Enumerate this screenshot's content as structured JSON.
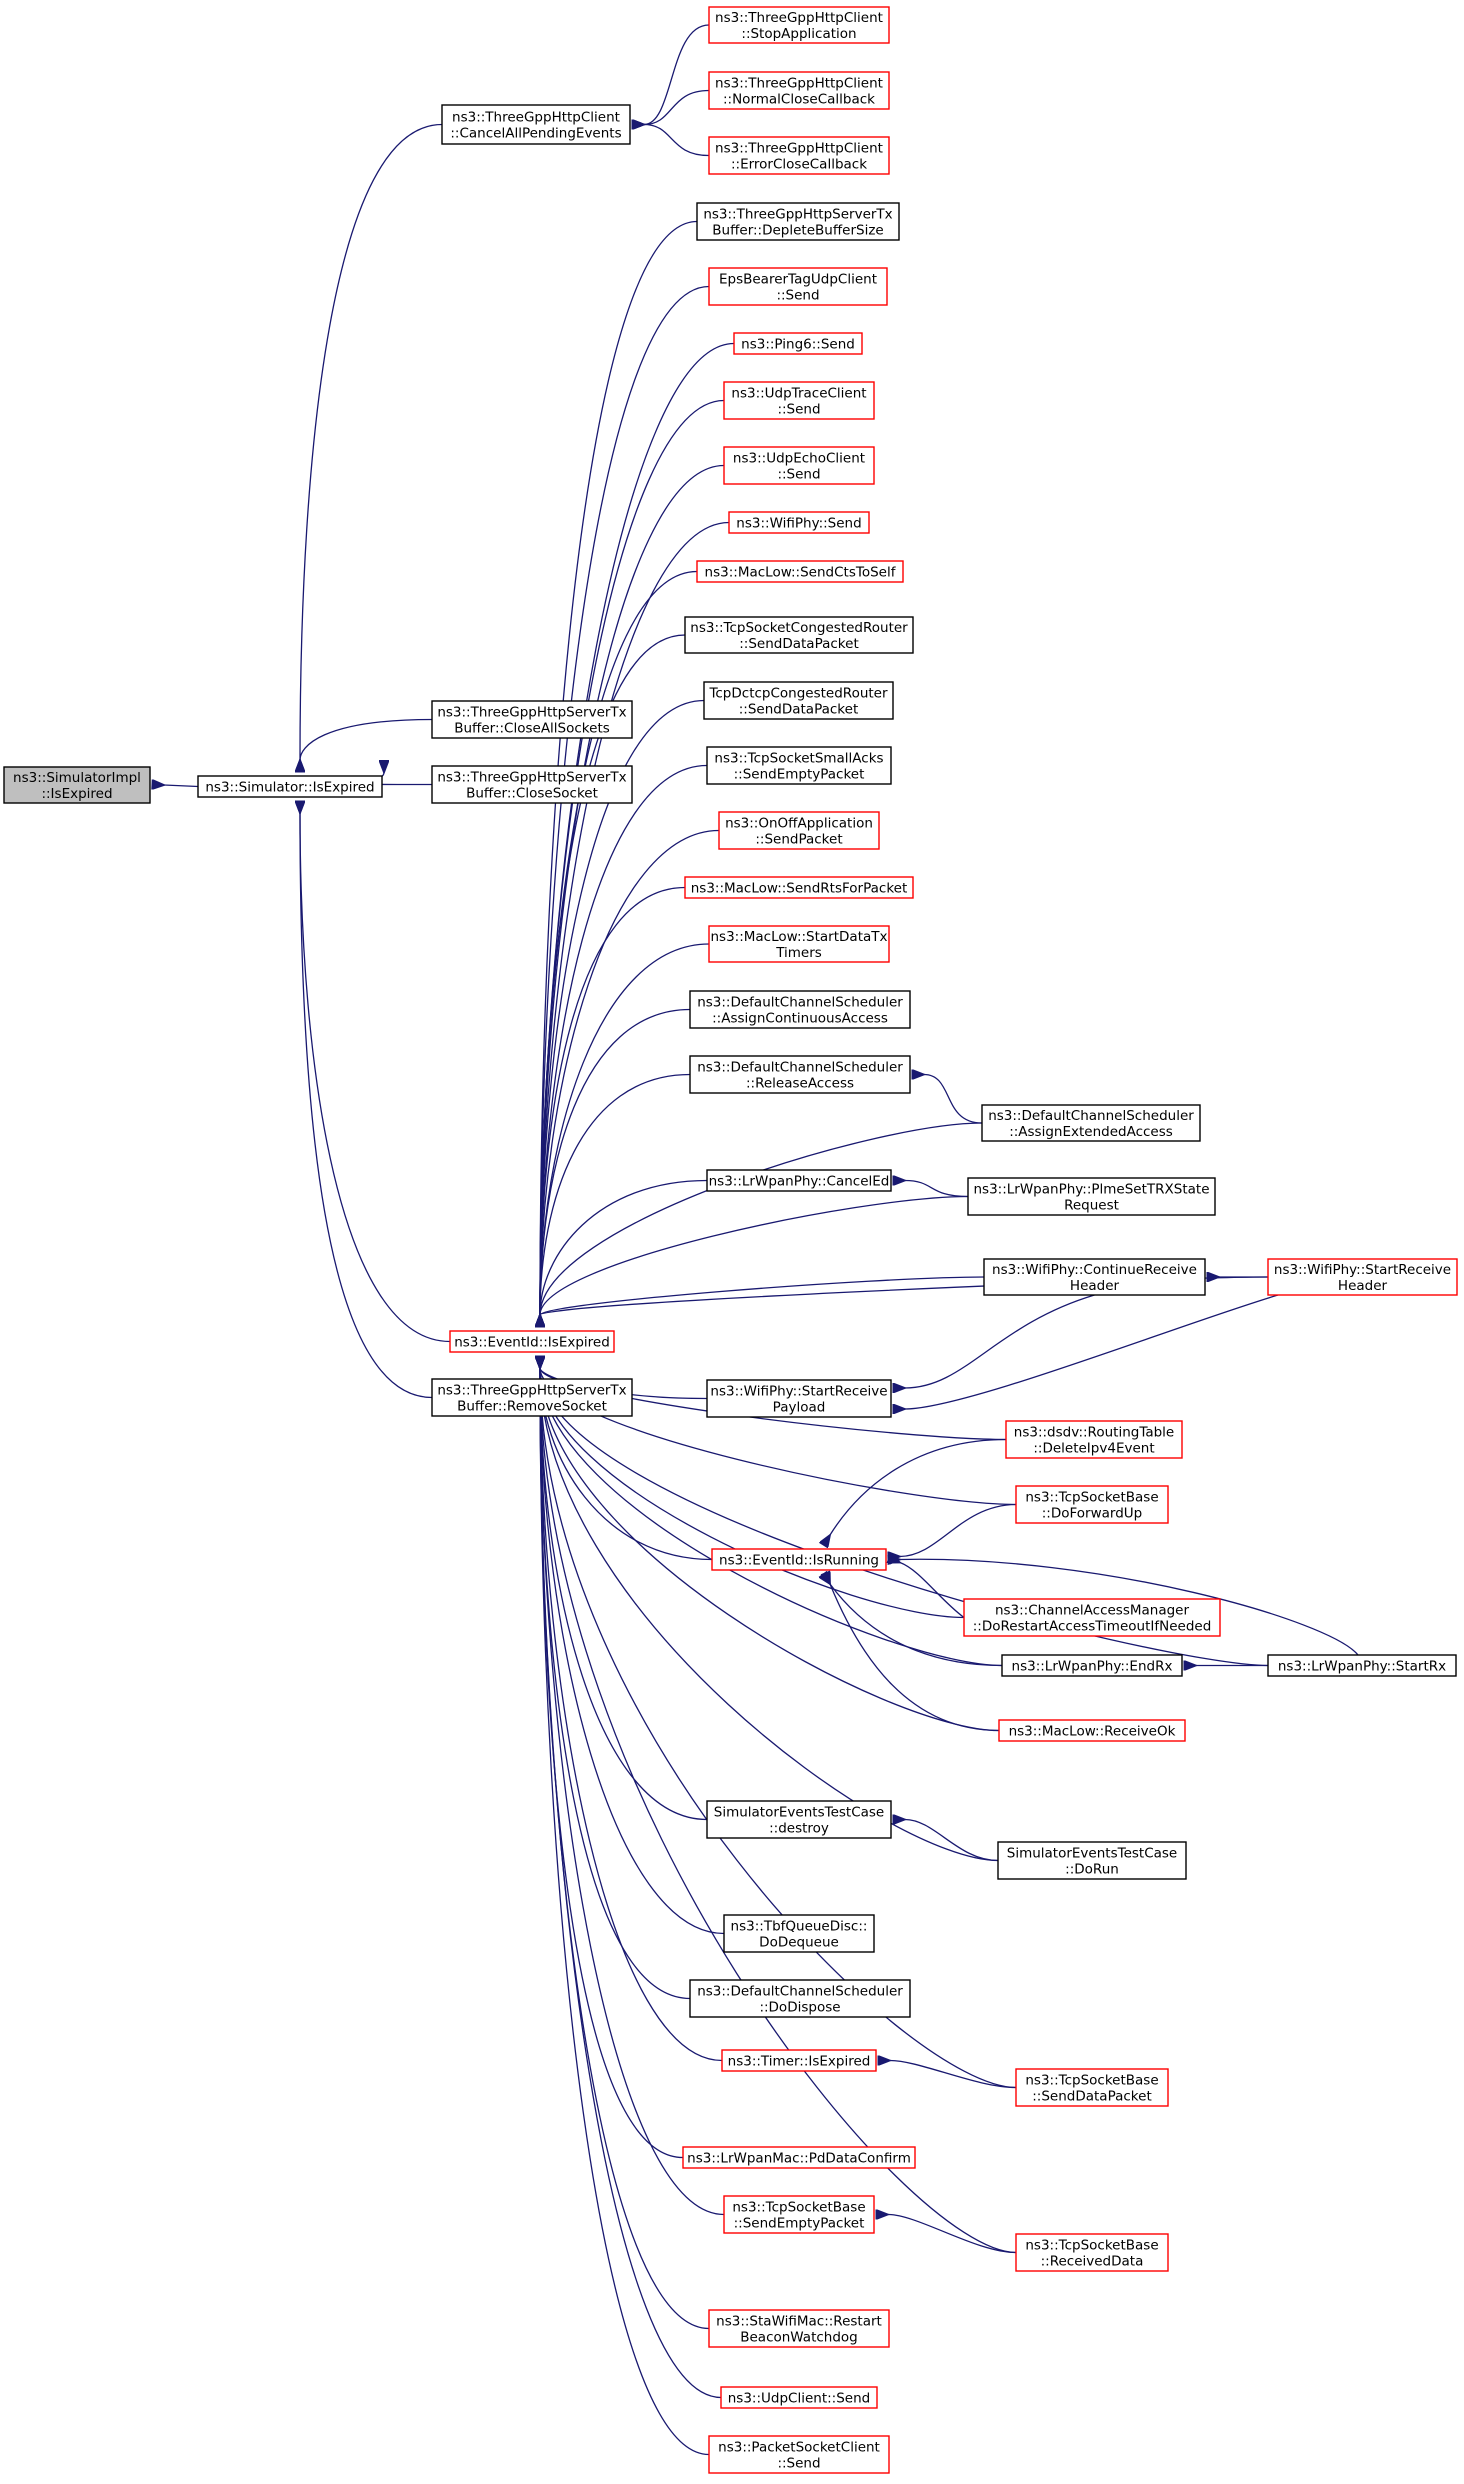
{
  "diagram": {
    "colors": {
      "edge": "#191970",
      "node_border_black": "#000000",
      "node_border_red": "#ff0000",
      "root_fill": "#bfbfbf"
    },
    "nodes": [
      {
        "id": "simimpl_isexpired",
        "lines": [
          "ns3::SimulatorImpl",
          "::IsExpired"
        ],
        "border": "gray"
      },
      {
        "id": "simulator_isexpired",
        "lines": [
          "ns3::Simulator::IsExpired"
        ],
        "border": "black"
      },
      {
        "id": "client_cancelallpending",
        "lines": [
          "ns3::ThreeGppHttpClient",
          "::CancelAllPendingEvents"
        ],
        "border": "black"
      },
      {
        "id": "client_stopapplication",
        "lines": [
          "ns3::ThreeGppHttpClient",
          "::StopApplication"
        ],
        "border": "red"
      },
      {
        "id": "client_normalclose",
        "lines": [
          "ns3::ThreeGppHttpClient",
          "::NormalCloseCallback"
        ],
        "border": "red"
      },
      {
        "id": "client_errorclose",
        "lines": [
          "ns3::ThreeGppHttpClient",
          "::ErrorCloseCallback"
        ],
        "border": "red"
      },
      {
        "id": "txbuf_closeallsockets",
        "lines": [
          "ns3::ThreeGppHttpServerTx",
          "Buffer::CloseAllSockets"
        ],
        "border": "black"
      },
      {
        "id": "txbuf_closesocket",
        "lines": [
          "ns3::ThreeGppHttpServerTx",
          "Buffer::CloseSocket"
        ],
        "border": "black"
      },
      {
        "id": "txbuf_removesocket",
        "lines": [
          "ns3::ThreeGppHttpServerTx",
          "Buffer::RemoveSocket"
        ],
        "border": "black"
      },
      {
        "id": "eventid_isexpired",
        "lines": [
          "ns3::EventId::IsExpired"
        ],
        "border": "red"
      },
      {
        "id": "txbuf_depletebuffer",
        "lines": [
          "ns3::ThreeGppHttpServerTx",
          "Buffer::DepleteBufferSize"
        ],
        "border": "black"
      },
      {
        "id": "epsbearer_send",
        "lines": [
          "EpsBearerTagUdpClient",
          "::Send"
        ],
        "border": "red"
      },
      {
        "id": "ping6_send",
        "lines": [
          "ns3::Ping6::Send"
        ],
        "border": "red"
      },
      {
        "id": "udptrace_send",
        "lines": [
          "ns3::UdpTraceClient",
          "::Send"
        ],
        "border": "red"
      },
      {
        "id": "udpecho_send",
        "lines": [
          "ns3::UdpEchoClient",
          "::Send"
        ],
        "border": "red"
      },
      {
        "id": "wifiphy_send",
        "lines": [
          "ns3::WifiPhy::Send"
        ],
        "border": "red"
      },
      {
        "id": "maclow_sendctstoself",
        "lines": [
          "ns3::MacLow::SendCtsToSelf"
        ],
        "border": "red"
      },
      {
        "id": "tcpcongrouter_senddata",
        "lines": [
          "ns3::TcpSocketCongestedRouter",
          "::SendDataPacket"
        ],
        "border": "black"
      },
      {
        "id": "tcpdctcp_senddata",
        "lines": [
          "TcpDctcpCongestedRouter",
          "::SendDataPacket"
        ],
        "border": "black"
      },
      {
        "id": "tcpsmallacks_sendempty",
        "lines": [
          "ns3::TcpSocketSmallAcks",
          "::SendEmptyPacket"
        ],
        "border": "black"
      },
      {
        "id": "onoff_sendpacket",
        "lines": [
          "ns3::OnOffApplication",
          "::SendPacket"
        ],
        "border": "red"
      },
      {
        "id": "maclow_sendrts",
        "lines": [
          "ns3::MacLow::SendRtsForPacket"
        ],
        "border": "red"
      },
      {
        "id": "maclow_startdatatx",
        "lines": [
          "ns3::MacLow::StartDataTx",
          "Timers"
        ],
        "border": "red"
      },
      {
        "id": "dcs_assigncontinuous",
        "lines": [
          "ns3::DefaultChannelScheduler",
          "::AssignContinuousAccess"
        ],
        "border": "black"
      },
      {
        "id": "dcs_releaseaccess",
        "lines": [
          "ns3::DefaultChannelScheduler",
          "::ReleaseAccess"
        ],
        "border": "black"
      },
      {
        "id": "dcs_assignextended",
        "lines": [
          "ns3::DefaultChannelScheduler",
          "::AssignExtendedAccess"
        ],
        "border": "black"
      },
      {
        "id": "lrwpan_canceled",
        "lines": [
          "ns3::LrWpanPhy::CancelEd"
        ],
        "border": "black"
      },
      {
        "id": "lrwpan_plmesettrx",
        "lines": [
          "ns3::LrWpanPhy::PlmeSetTRXState",
          "Request"
        ],
        "border": "black"
      },
      {
        "id": "wifiphy_continuerx",
        "lines": [
          "ns3::WifiPhy::ContinueReceive",
          "Header"
        ],
        "border": "black"
      },
      {
        "id": "wifiphy_startrxheader",
        "lines": [
          "ns3::WifiPhy::StartReceive",
          "Header"
        ],
        "border": "red"
      },
      {
        "id": "wifiphy_startrxpayload",
        "lines": [
          "ns3::WifiPhy::StartReceive",
          "Payload"
        ],
        "border": "black"
      },
      {
        "id": "dsdv_deleteipv4",
        "lines": [
          "ns3::dsdv::RoutingTable",
          "::DeleteIpv4Event"
        ],
        "border": "red"
      },
      {
        "id": "tcpbase_doforwardup",
        "lines": [
          "ns3::TcpSocketBase",
          "::DoForwardUp"
        ],
        "border": "red"
      },
      {
        "id": "eventid_isrunning",
        "lines": [
          "ns3::EventId::IsRunning"
        ],
        "border": "red"
      },
      {
        "id": "cam_dorestart",
        "lines": [
          "ns3::ChannelAccessManager",
          "::DoRestartAccessTimeoutIfNeeded"
        ],
        "border": "red"
      },
      {
        "id": "lrwpan_endrx",
        "lines": [
          "ns3::LrWpanPhy::EndRx"
        ],
        "border": "black"
      },
      {
        "id": "lrwpan_startrx",
        "lines": [
          "ns3::LrWpanPhy::StartRx"
        ],
        "border": "black"
      },
      {
        "id": "maclow_receiveok",
        "lines": [
          "ns3::MacLow::ReceiveOk"
        ],
        "border": "red"
      },
      {
        "id": "simevents_destroy",
        "lines": [
          "SimulatorEventsTestCase",
          "::destroy"
        ],
        "border": "black"
      },
      {
        "id": "simevents_dorun",
        "lines": [
          "SimulatorEventsTestCase",
          "::DoRun"
        ],
        "border": "black"
      },
      {
        "id": "tbf_dodequeue",
        "lines": [
          "ns3::TbfQueueDisc::",
          "DoDequeue"
        ],
        "border": "black"
      },
      {
        "id": "dcs_dodispose",
        "lines": [
          "ns3::DefaultChannelScheduler",
          "::DoDispose"
        ],
        "border": "black"
      },
      {
        "id": "timer_isexpired",
        "lines": [
          "ns3::Timer::IsExpired"
        ],
        "border": "red"
      },
      {
        "id": "tcpbase_senddata",
        "lines": [
          "ns3::TcpSocketBase",
          "::SendDataPacket"
        ],
        "border": "red"
      },
      {
        "id": "lrwpanmac_pddataconfirm",
        "lines": [
          "ns3::LrWpanMac::PdDataConfirm"
        ],
        "border": "red"
      },
      {
        "id": "tcpbase_sendempty",
        "lines": [
          "ns3::TcpSocketBase",
          "::SendEmptyPacket"
        ],
        "border": "red"
      },
      {
        "id": "tcpbase_receiveddata",
        "lines": [
          "ns3::TcpSocketBase",
          "::ReceivedData"
        ],
        "border": "red"
      },
      {
        "id": "stawifimac_restart",
        "lines": [
          "ns3::StaWifiMac::Restart",
          "BeaconWatchdog"
        ],
        "border": "red"
      },
      {
        "id": "udpclient_send",
        "lines": [
          "ns3::UdpClient::Send"
        ],
        "border": "red"
      },
      {
        "id": "packetsocket_send",
        "lines": [
          "ns3::PacketSocketClient",
          "::Send"
        ],
        "border": "red"
      }
    ]
  }
}
